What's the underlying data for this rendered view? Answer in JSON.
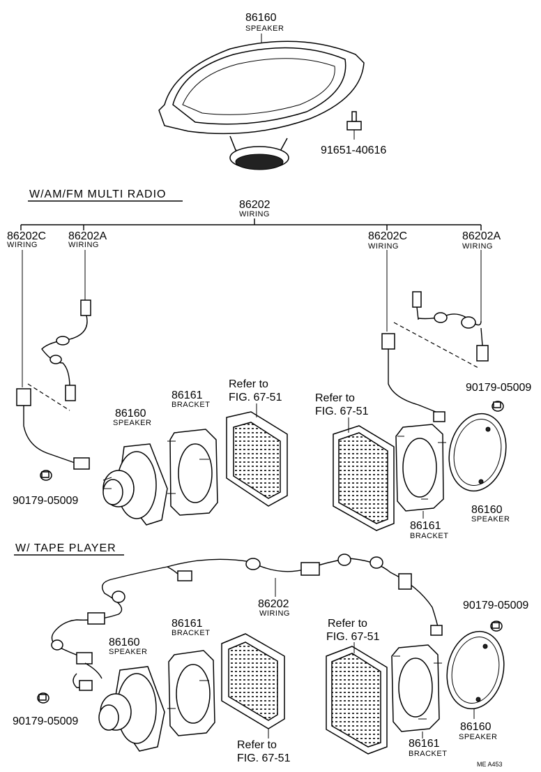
{
  "sections": {
    "am_fm": "W/AM/FM MULTI RADIO",
    "tape": "W/ TAPE PLAYER"
  },
  "parts": {
    "speaker_top": {
      "number": "86160",
      "name": "SPEAKER"
    },
    "bolt_top": {
      "number": "91651-40616"
    },
    "wiring_main": {
      "number": "86202",
      "name": "WIRING"
    },
    "wiring_c_left": {
      "number": "86202C",
      "name": "WIRING"
    },
    "wiring_a_left": {
      "number": "86202A",
      "name": "WIRING"
    },
    "wiring_c_right": {
      "number": "86202C",
      "name": "WIRING"
    },
    "wiring_a_right": {
      "number": "86202A",
      "name": "WIRING"
    },
    "screw_mid_right": {
      "number": "90179-05009"
    },
    "screw_mid_left": {
      "number": "90179-05009"
    },
    "bracket_mid_left": {
      "number": "86161",
      "name": "BRACKET"
    },
    "speaker_mid_left": {
      "number": "86160",
      "name": "SPEAKER"
    },
    "speaker_mid_right": {
      "number": "86160",
      "name": "SPEAKER"
    },
    "bracket_mid_right": {
      "number": "86161",
      "name": "BRACKET"
    },
    "refer_mid_left": {
      "text": "Refer to",
      "fig": "FIG. 67-51"
    },
    "refer_mid_right": {
      "text": "Refer to",
      "fig": "FIG. 67-51"
    },
    "wiring_bottom": {
      "number": "86202",
      "name": "WIRING"
    },
    "screw_bot_right": {
      "number": "90179-05009"
    },
    "screw_bot_left": {
      "number": "90179-05009"
    },
    "bracket_bot_left": {
      "number": "86161",
      "name": "BRACKET"
    },
    "speaker_bot_left": {
      "number": "86160",
      "name": "SPEAKER"
    },
    "refer_bot_right": {
      "text": "Refer to",
      "fig": "FIG. 67-51"
    },
    "refer_bot_left": {
      "text": "Refer to",
      "fig": "FIG. 67-51"
    },
    "bracket_bot_right": {
      "number": "86161",
      "name": "BRACKET"
    },
    "speaker_bot_right": {
      "number": "86160",
      "name": "SPEAKER"
    }
  },
  "code": "ME  A453"
}
